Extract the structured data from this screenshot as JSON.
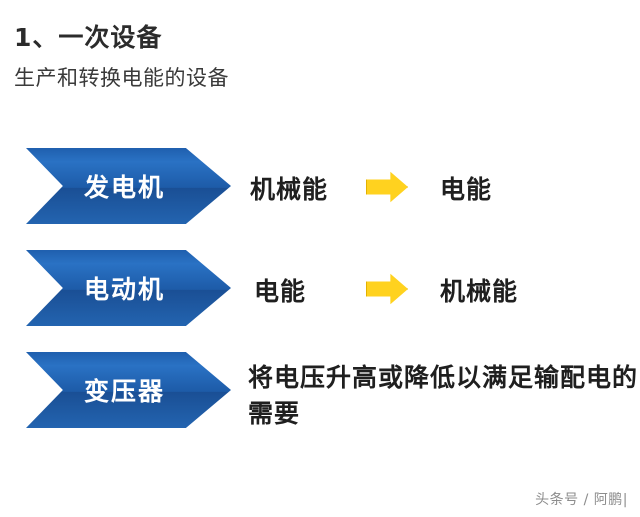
{
  "slide": {
    "heading": "1、一次设备",
    "subheading": "生产和转换电能的设备",
    "rows": [
      {
        "banner": "发电机",
        "input": "机械能",
        "arrow_icon": "right-arrow-icon",
        "output": "电能"
      },
      {
        "banner": "电动机",
        "input": "电能",
        "arrow_icon": "right-arrow-icon",
        "output": "机械能"
      },
      {
        "banner": "变压器",
        "description": "将电压升高或降低以满足输配电的需要"
      }
    ],
    "watermark": "头条号 / 阿鹏|",
    "colors": {
      "banner_blue": "#1f5fae",
      "arrow_yellow": "#ffd21f",
      "text_dark": "#1f1f1f"
    }
  }
}
